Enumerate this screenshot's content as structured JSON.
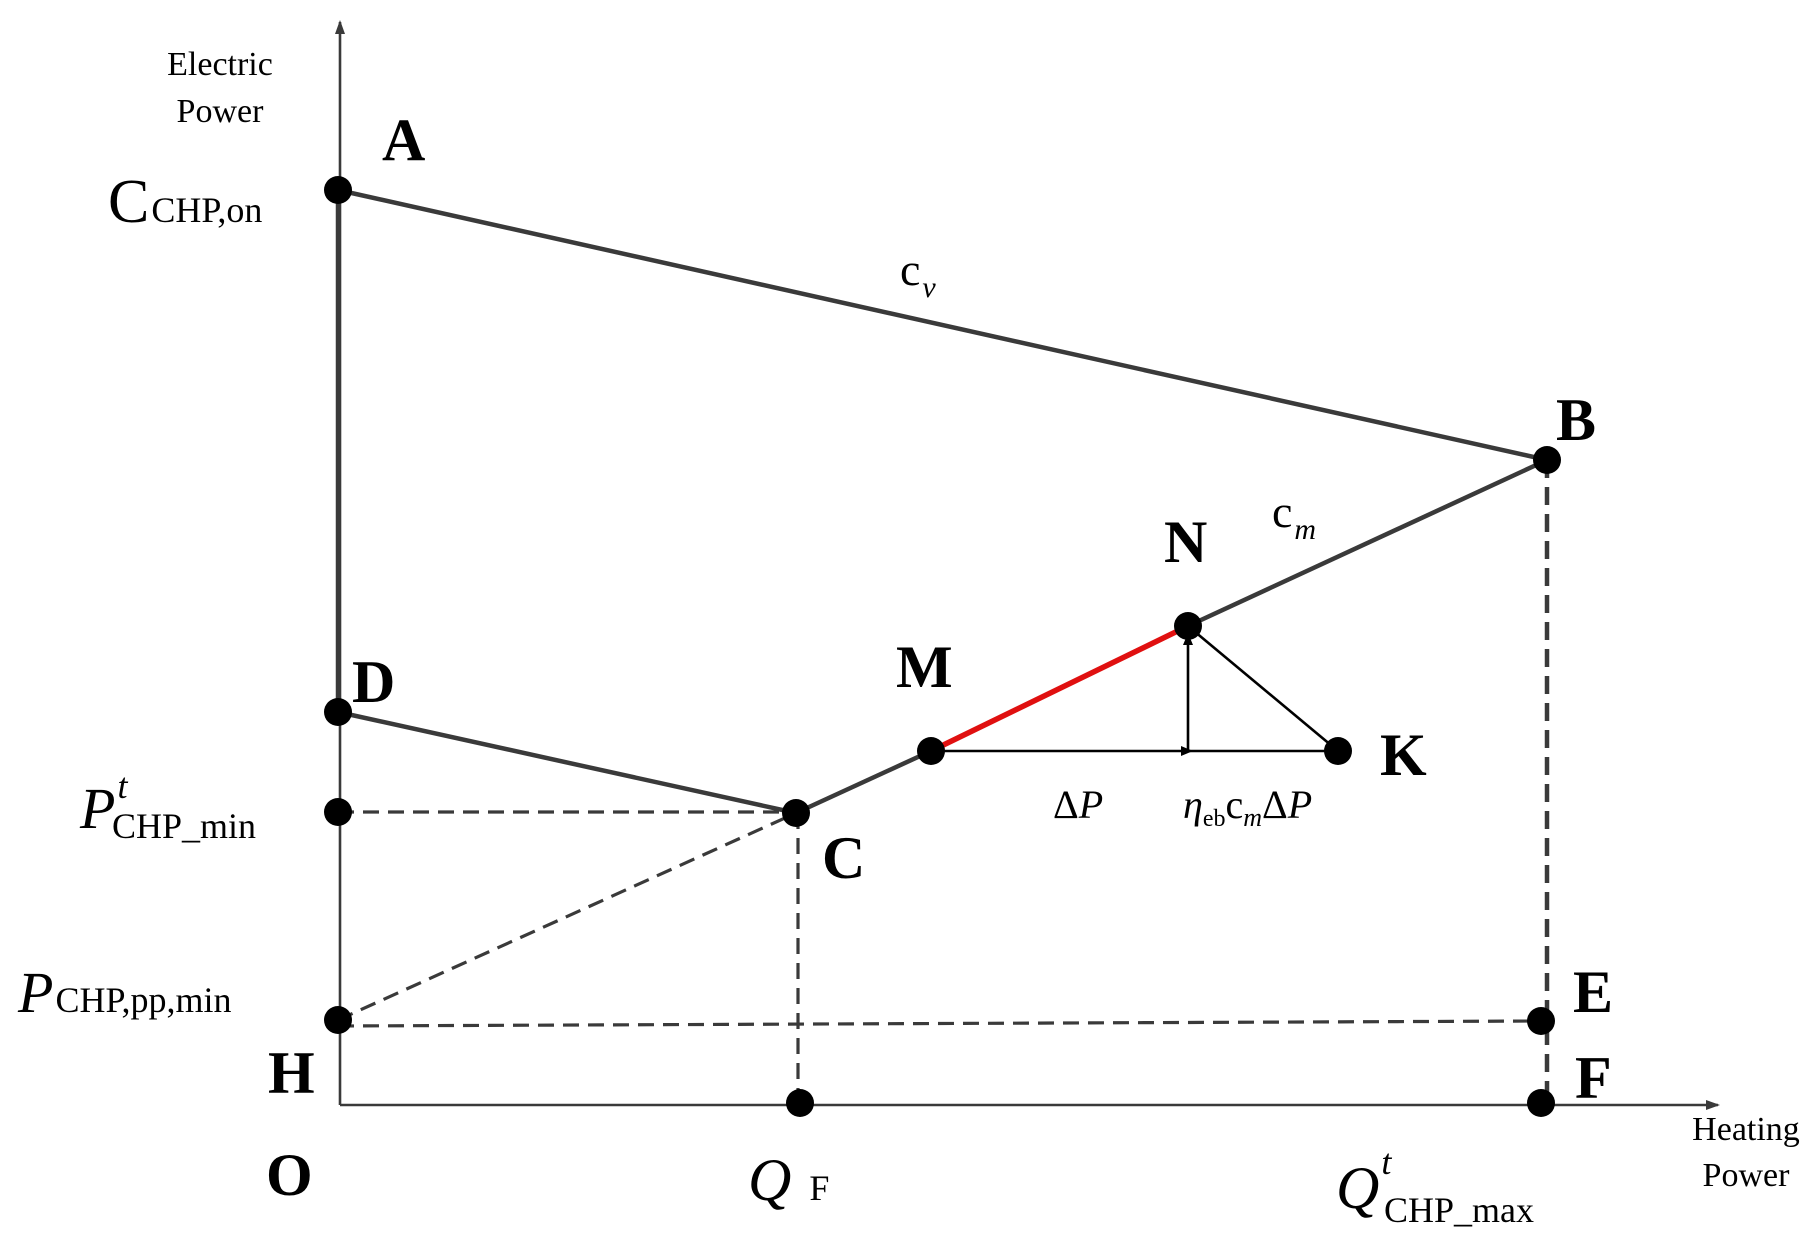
{
  "axes": {
    "y_title_line1": "Electric",
    "y_title_line2": "Power",
    "x_title_line1": "Heating",
    "x_title_line2": "Power"
  },
  "points": {
    "A": "A",
    "B": "B",
    "C": "C",
    "D": "D",
    "E": "E",
    "F": "F",
    "H": "H",
    "K": "K",
    "M": "M",
    "N": "N",
    "O": "O"
  },
  "y_labels": {
    "c_chp_on": {
      "main": "C",
      "sub": "CHP,on"
    },
    "p_chp_min": {
      "main": "P",
      "sup": "t",
      "sub": "CHP_min"
    },
    "p_chp_pp_min": {
      "main": "P",
      "sub": "CHP,pp,min"
    }
  },
  "x_labels": {
    "q_f": {
      "main": "Q",
      "sub": "F"
    },
    "q_chp_max": {
      "main": "Q",
      "sup": "t",
      "sub": "CHP_max"
    }
  },
  "annotations": {
    "cv": {
      "main": "c",
      "sub": "v"
    },
    "cm": {
      "main": "c",
      "sub": "m"
    },
    "delta_p": {
      "delta": "Δ",
      "var": "P"
    },
    "eta_term": {
      "eta": "η",
      "eta_sub": "eb",
      "c": "c",
      "c_sub": "m",
      "delta": "Δ",
      "var": "P"
    }
  },
  "colors": {
    "highlight_segment": "#e01010",
    "line": "#3a3a3a",
    "point": "#000000"
  }
}
